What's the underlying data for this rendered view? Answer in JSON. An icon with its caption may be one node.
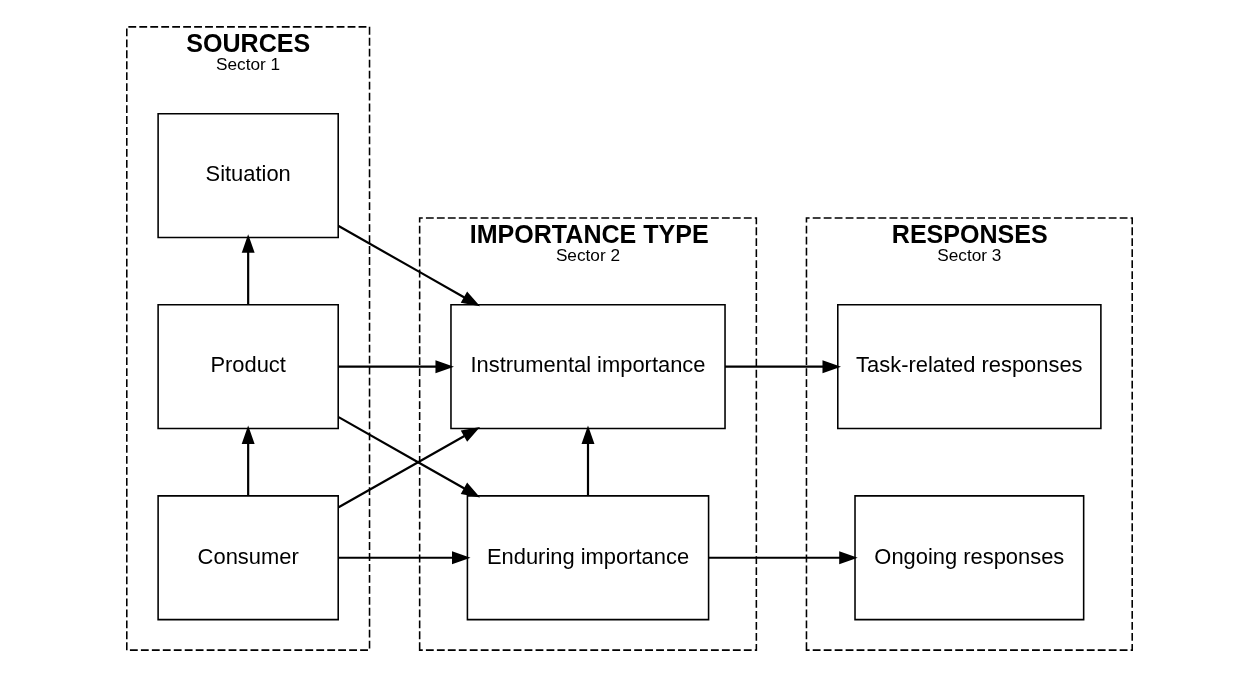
{
  "diagram": {
    "nodes": [
      {
        "text": [
          "SOURCES",
          "Sector 1"
        ]
      },
      {
        "text": [
          "Consumer"
        ],
        "in": 0
      },
      {
        "text": [
          "Product"
        ],
        "in": 0
      },
      {
        "text": [
          "Situation"
        ],
        "in": 0
      },
      {
        "text": [
          "IMPORTANCE TYPE",
          "Sector 2"
        ]
      },
      {
        "text": [
          "Enduring importance"
        ],
        "in": 4
      },
      {
        "text": [
          "Instrumental importance"
        ],
        "in": 4
      },
      {
        "text": [
          "RESPONSES",
          "Sector 3"
        ]
      },
      {
        "text": [
          "Ongoing responses"
        ],
        "in": 7
      },
      {
        "text": [
          "Task-related responses"
        ],
        "in": 7
      }
    ],
    "edges": [
      {
        "from": 1,
        "to": 2,
        "arrow": "to"
      },
      {
        "from": 2,
        "to": 3,
        "arrow": "to"
      },
      {
        "from": 1,
        "to": 5,
        "arrow": "to"
      },
      {
        "from": 2,
        "to": 5,
        "arrow": "to"
      },
      {
        "from": 1,
        "to": 6,
        "arrow": "to"
      },
      {
        "from": 2,
        "to": 6,
        "arrow": "to"
      },
      {
        "from": 3,
        "to": 6,
        "arrow": "to"
      },
      {
        "from": 5,
        "to": 6,
        "arrow": "to"
      },
      {
        "from": 5,
        "to": 8,
        "arrow": "to"
      },
      {
        "from": 6,
        "to": 9,
        "arrow": "to"
      }
    ]
  }
}
